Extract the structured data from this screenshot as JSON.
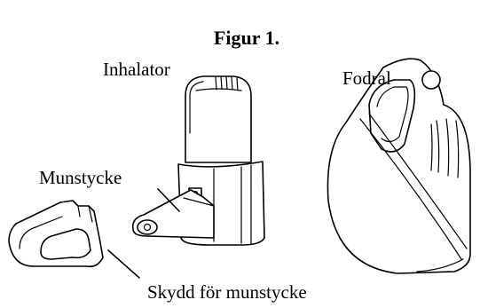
{
  "figure": {
    "title": "Figur 1.",
    "labels": {
      "inhalator": "Inhalator",
      "fodral": "Fodral",
      "munstycke": "Munstycke",
      "skydd": "Skydd för munstycke"
    }
  }
}
